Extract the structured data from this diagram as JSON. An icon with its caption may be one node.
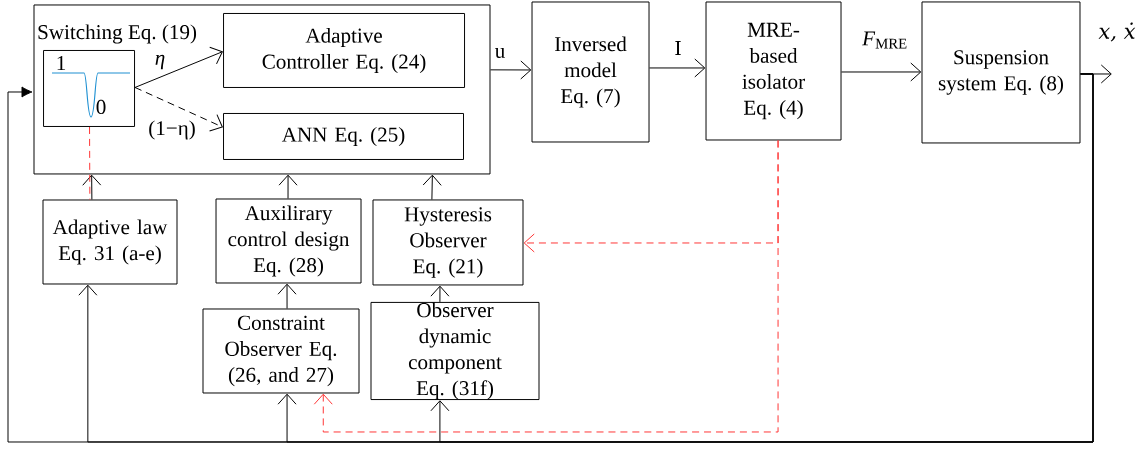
{
  "diagram": {
    "nodes": [
      {
        "text": [],
        "shape": "box"
      },
      {
        "text": [
          "Switching Eq. (19)",
          "1",
          "0"
        ],
        "in": 0
      },
      {
        "text": [
          "Adaptive Controller Eq. (24)"
        ],
        "in": 0
      },
      {
        "text": [
          "ANN Eq. (25)"
        ],
        "in": 0
      },
      {
        "text": [
          "Inversed model Eq. (7)"
        ]
      },
      {
        "text": [
          "MRE-based isolator Eq. (4)"
        ]
      },
      {
        "text": [
          "Suspension system Eq. (8)"
        ]
      },
      {
        "text": [
          "Adaptive law Eq. 31 (a-e)"
        ]
      },
      {
        "text": [
          "Auxilirary control design Eq. (28)"
        ]
      },
      {
        "text": [
          "Hysteresis Observer Eq. (21)"
        ]
      },
      {
        "text": [
          "Constraint Observer Eq. (26, and 27)"
        ]
      },
      {
        "text": [
          "Observer dynamic component Eq. (31f)"
        ]
      }
    ],
    "edges": [
      {
        "from": 1,
        "to": 2,
        "arrow": "to",
        "label": "η"
      },
      {
        "from": 1,
        "to": 3,
        "arrow": "to",
        "label": "(1−η)",
        "style": "dashed"
      },
      {
        "from": 0,
        "to": 4,
        "arrow": "to",
        "label": "u"
      },
      {
        "from": 4,
        "to": 5,
        "arrow": "to",
        "label": "I"
      },
      {
        "from": 5,
        "to": 6,
        "arrow": "to",
        "label": "*F*$_{MRE}$"
      },
      {
        "from": 6,
        "to": null,
        "arrow": "to",
        "label": "x, ẋ"
      },
      {
        "from": 6,
        "to": 7,
        "arrow": "to"
      },
      {
        "from": 6,
        "to": 10,
        "arrow": "to"
      },
      {
        "from": 6,
        "to": 11,
        "arrow": "to"
      },
      {
        "from": 6,
        "to": 0,
        "arrow": "to"
      },
      {
        "from": 7,
        "to": 0,
        "arrow": "to"
      },
      {
        "from": 8,
        "to": 0,
        "arrow": "to"
      },
      {
        "from": 9,
        "to": 0,
        "arrow": "to"
      },
      {
        "from": 10,
        "to": 8,
        "arrow": "to"
      },
      {
        "from": 11,
        "to": 9,
        "arrow": "to"
      },
      {
        "from": 5,
        "to": 9,
        "arrow": "to",
        "style": "dashed",
        "color": "#ff3333"
      },
      {
        "from": 5,
        "to": 10,
        "arrow": "to",
        "style": "dashed",
        "color": "#ff3333"
      },
      {
        "from": 1,
        "to": 7,
        "arrow": "none",
        "style": "dashed",
        "color": "#ff3333"
      }
    ]
  }
}
